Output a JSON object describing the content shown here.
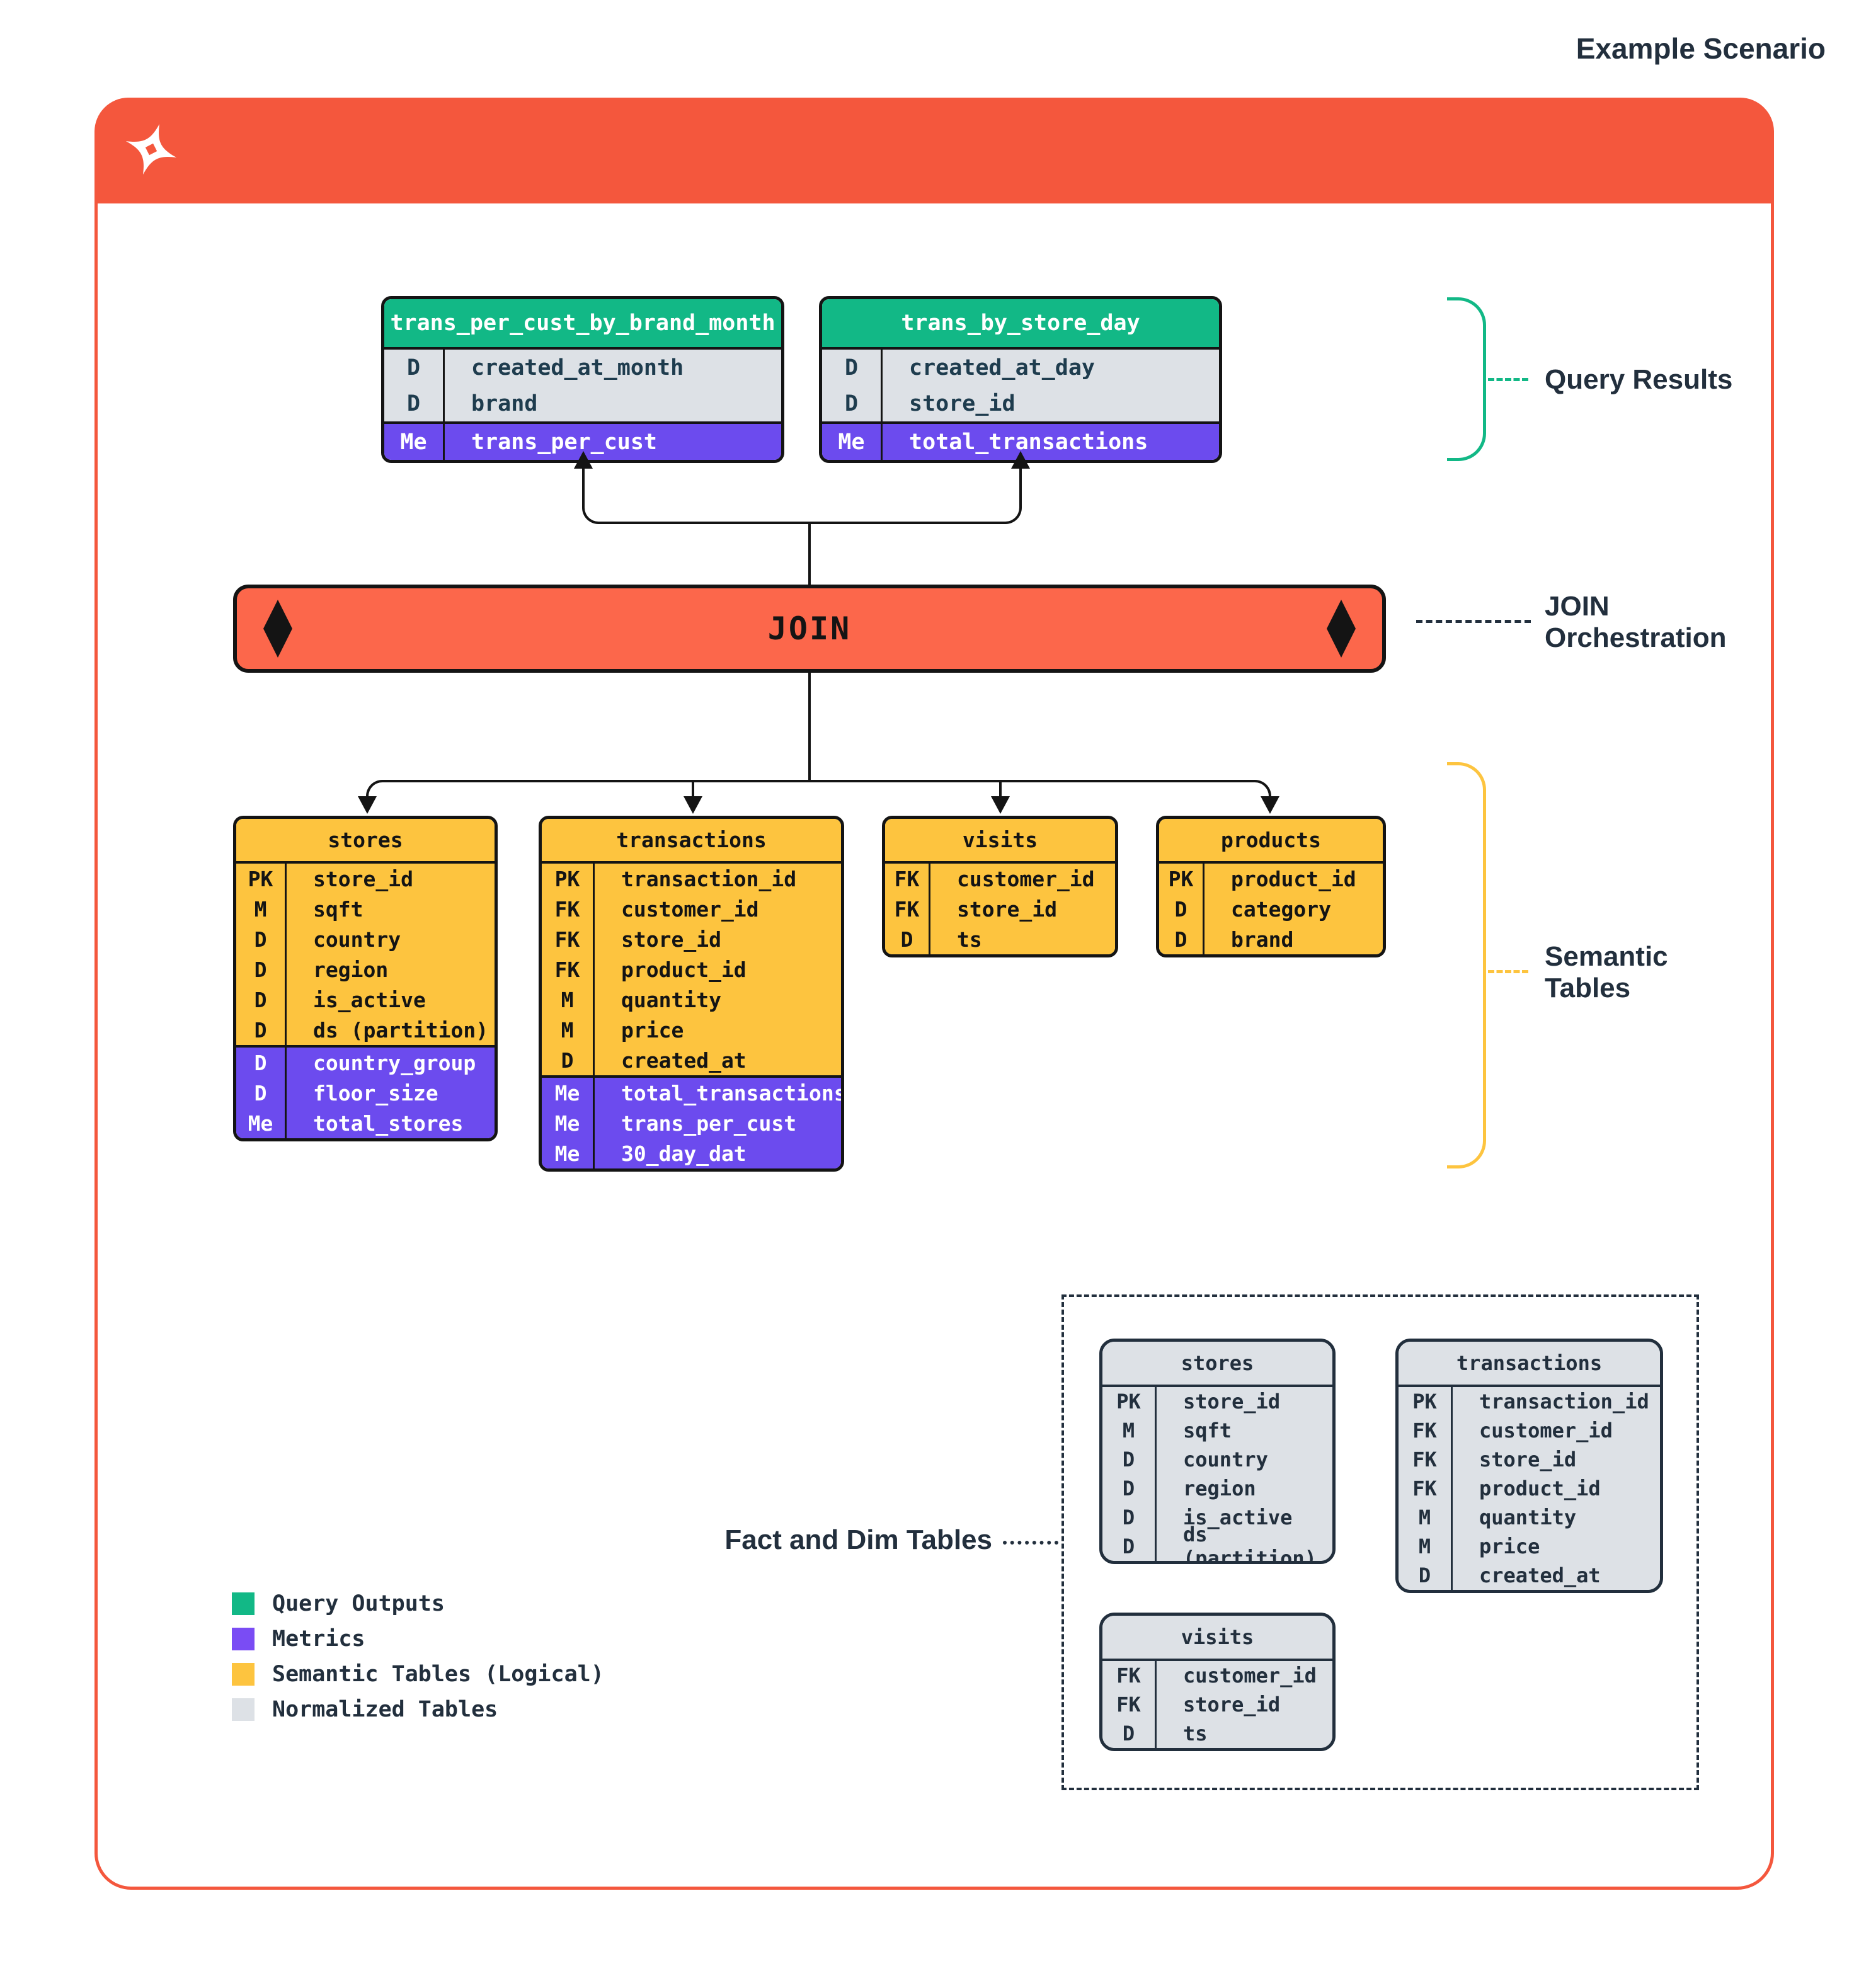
{
  "header": {
    "title": "Example Scenario",
    "logo_icon": "star-icon",
    "bar_color": "#f4573d"
  },
  "join": {
    "label": "JOIN",
    "color": "#fc674b"
  },
  "annotations": {
    "query_results": "Query Results",
    "join_orchestration_line1": "JOIN",
    "join_orchestration_line2": "Orchestration",
    "semantic_tables_line1": "Semantic",
    "semantic_tables_line2": "Tables",
    "fact_and_dim": "Fact and Dim Tables"
  },
  "colors": {
    "query_output_green": "#12b886",
    "metric_purple": "#6c4bee",
    "semantic_yellow": "#fdc43f",
    "normalized_gray": "#dde1e6",
    "orange": "#f4573d",
    "ink": "#222f3d"
  },
  "tables": {
    "qr1": {
      "title": "trans_per_cust_by_brand_month",
      "head": "green",
      "sections": [
        {
          "kind": "gray",
          "rows": [
            [
              "D",
              "created_at_month"
            ],
            [
              "D",
              "brand"
            ]
          ]
        },
        {
          "kind": "purple",
          "rows": [
            [
              "Me",
              "trans_per_cust"
            ]
          ]
        }
      ]
    },
    "qr2": {
      "title": "trans_by_store_day",
      "head": "green",
      "sections": [
        {
          "kind": "gray",
          "rows": [
            [
              "D",
              "created_at_day"
            ],
            [
              "D",
              "store_id"
            ]
          ]
        },
        {
          "kind": "purple",
          "rows": [
            [
              "Me",
              "total_transactions"
            ]
          ]
        }
      ]
    },
    "sem_stores": {
      "title": "stores",
      "head": "yellow",
      "sections": [
        {
          "kind": "yellow",
          "rows": [
            [
              "PK",
              "store_id"
            ],
            [
              "M",
              "sqft"
            ],
            [
              "D",
              "country"
            ],
            [
              "D",
              "region"
            ],
            [
              "D",
              "is_active"
            ],
            [
              "D",
              "ds (partition)"
            ]
          ]
        },
        {
          "kind": "purple",
          "rows": [
            [
              "D",
              "country_group"
            ],
            [
              "D",
              "floor_size"
            ],
            [
              "Me",
              "total_stores"
            ]
          ]
        }
      ]
    },
    "sem_transactions": {
      "title": "transactions",
      "head": "yellow",
      "sections": [
        {
          "kind": "yellow",
          "rows": [
            [
              "PK",
              "transaction_id"
            ],
            [
              "FK",
              "customer_id"
            ],
            [
              "FK",
              "store_id"
            ],
            [
              "FK",
              "product_id"
            ],
            [
              "M",
              "quantity"
            ],
            [
              "M",
              "price"
            ],
            [
              "D",
              "created_at"
            ]
          ]
        },
        {
          "kind": "purple",
          "rows": [
            [
              "Me",
              "total_transactions"
            ],
            [
              "Me",
              "trans_per_cust"
            ],
            [
              "Me",
              "30_day_dat"
            ]
          ]
        }
      ]
    },
    "sem_visits": {
      "title": "visits",
      "head": "yellow",
      "sections": [
        {
          "kind": "yellow",
          "rows": [
            [
              "FK",
              "customer_id"
            ],
            [
              "FK",
              "store_id"
            ],
            [
              "D",
              "ts"
            ]
          ]
        }
      ]
    },
    "sem_products": {
      "title": "products",
      "head": "yellow",
      "sections": [
        {
          "kind": "yellow",
          "rows": [
            [
              "PK",
              "product_id"
            ],
            [
              "D",
              "category"
            ],
            [
              "D",
              "brand"
            ]
          ]
        }
      ]
    },
    "norm_stores": {
      "title": "stores",
      "head": "norm",
      "sections": [
        {
          "kind": "norm",
          "rows": [
            [
              "PK",
              "store_id"
            ],
            [
              "M",
              "sqft"
            ],
            [
              "D",
              "country"
            ],
            [
              "D",
              "region"
            ],
            [
              "D",
              "is_active"
            ],
            [
              "D",
              "ds (partition)"
            ]
          ]
        }
      ]
    },
    "norm_transactions": {
      "title": "transactions",
      "head": "norm",
      "sections": [
        {
          "kind": "norm",
          "rows": [
            [
              "PK",
              "transaction_id"
            ],
            [
              "FK",
              "customer_id"
            ],
            [
              "FK",
              "store_id"
            ],
            [
              "FK",
              "product_id"
            ],
            [
              "M",
              "quantity"
            ],
            [
              "M",
              "price"
            ],
            [
              "D",
              "created_at"
            ]
          ]
        }
      ]
    },
    "norm_visits": {
      "title": "visits",
      "head": "norm",
      "sections": [
        {
          "kind": "norm",
          "rows": [
            [
              "FK",
              "customer_id"
            ],
            [
              "FK",
              "store_id"
            ],
            [
              "D",
              "ts"
            ]
          ]
        }
      ]
    }
  },
  "legend": {
    "items": [
      {
        "label": "Query Outputs",
        "color": "#12b886"
      },
      {
        "label": "Metrics",
        "color": "#7a4cf4"
      },
      {
        "label": "Semantic Tables (Logical)",
        "color": "#fdc43f"
      },
      {
        "label": "Normalized Tables",
        "color": "#dde1e6"
      }
    ]
  }
}
